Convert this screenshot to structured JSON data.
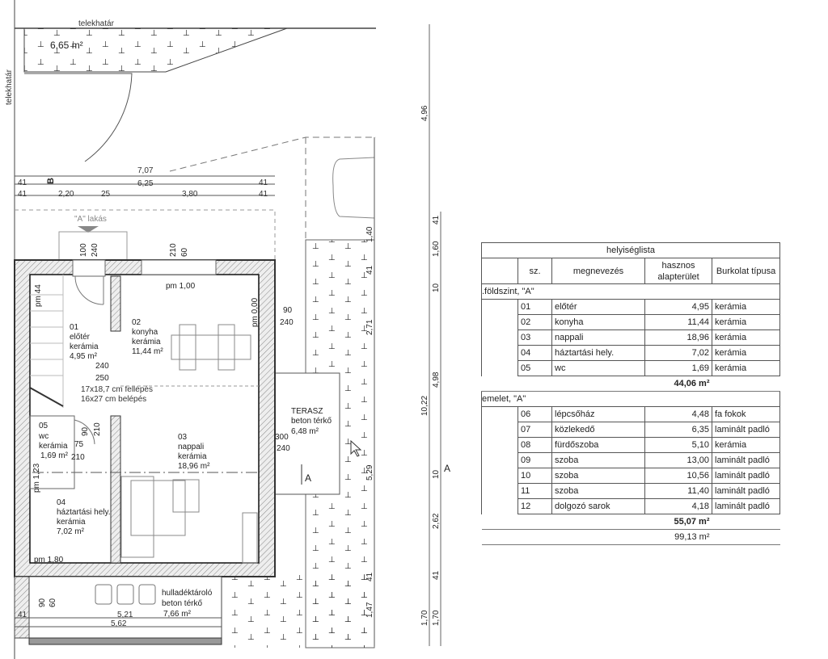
{
  "plan": {
    "boundary_top": "telekhatár",
    "boundary_left": "telekhatár",
    "top_area": "6,65 m²",
    "apartment_label": "\"A\" lakás",
    "section_b": "B",
    "section_a": "A",
    "dims_top": {
      "total": "7,07",
      "inner": "6,25",
      "left1": "41",
      "right1": "41",
      "left2": "41",
      "d220": "2,20",
      "d25": "25",
      "d380": "3,80",
      "right2": "41"
    },
    "dims_bottom": {
      "d41": "41",
      "d521": "5,21",
      "d562": "5,62"
    },
    "dims_right": [
      "1,40",
      "41",
      "2,71",
      "5,29",
      "41",
      "1,47"
    ],
    "openings": {
      "door_h1": "100",
      "door_h2": "240",
      "win_h1": "210",
      "win_h2": "60",
      "pm100": "pm 1,00",
      "pm44": "pm 44",
      "pm000": "pm 0,00",
      "w90": "90",
      "w240": "240",
      "s240": "240",
      "s250": "250",
      "wc90": "90",
      "wc210": "210",
      "wc75": "75",
      "wc210b": "210",
      "pm123": "pm 1,23",
      "t300": "300",
      "t240": "240",
      "pm180": "pm 1,80",
      "b90": "90",
      "b60": "60"
    },
    "stair_note": [
      "17x18,7 cm fellépés",
      "16x27 cm belépés"
    ],
    "rooms": [
      {
        "num": "01",
        "name": "előtér",
        "floor": "kerámia",
        "area": "4,95 m²"
      },
      {
        "num": "02",
        "name": "konyha",
        "floor": "kerámia",
        "area": "11,44 m²"
      },
      {
        "num": "03",
        "name": "nappali",
        "floor": "kerámia",
        "area": "18,96 m²"
      },
      {
        "num": "04",
        "name": "háztartási hely.",
        "floor": "kerámia",
        "area": "7,02 m²"
      },
      {
        "num": "05",
        "name": "wc",
        "floor": "kerámia",
        "area": "1,69 m²"
      }
    ],
    "terrace": {
      "name": "TERASZ",
      "floor": "beton térkő",
      "area": "6,48 m²"
    },
    "bin_store": {
      "name": "hulladéktároló",
      "floor": "beton térkő",
      "area": "7,66 m²"
    }
  },
  "elevation_dims": {
    "outer": [
      "4,96",
      "10,22",
      "1,70"
    ],
    "inner": [
      "41",
      "1,60",
      "10",
      "4,98",
      "10",
      "2,62",
      "41",
      "1,70"
    ]
  },
  "room_list": {
    "title": "helyiséglista",
    "headers": [
      "sz.",
      "megnevezés",
      "hasznos alapterület",
      "Burkolat típusa"
    ],
    "ground": {
      "label": ".földszint,  \"A\"",
      "rows": [
        [
          "01",
          "előtér",
          "4,95",
          "kerámia"
        ],
        [
          "02",
          "konyha",
          "11,44",
          "kerámia"
        ],
        [
          "03",
          "nappali",
          "18,96",
          "kerámia"
        ],
        [
          "04",
          "háztartási hely.",
          "7,02",
          "kerámia"
        ],
        [
          "05",
          "wc",
          "1,69",
          "kerámia"
        ]
      ],
      "total": "44,06 m²"
    },
    "upper": {
      "label": "emelet,  \"A\"",
      "rows": [
        [
          "06",
          "lépcsőház",
          "4,48",
          "fa fokok"
        ],
        [
          "07",
          "közlekedő",
          "6,35",
          "laminált padló"
        ],
        [
          "08",
          "fürdőszoba",
          "5,10",
          "kerámia"
        ],
        [
          "09",
          "szoba",
          "13,00",
          "laminált padló"
        ],
        [
          "10",
          "szoba",
          "10,56",
          "laminált padló"
        ],
        [
          "11",
          "szoba",
          "11,40",
          "laminált padló"
        ],
        [
          "12",
          "dolgozó sarok",
          "4,18",
          "laminált padló"
        ]
      ],
      "total": "55,07 m²"
    },
    "grand_total": "99,13 m²"
  }
}
